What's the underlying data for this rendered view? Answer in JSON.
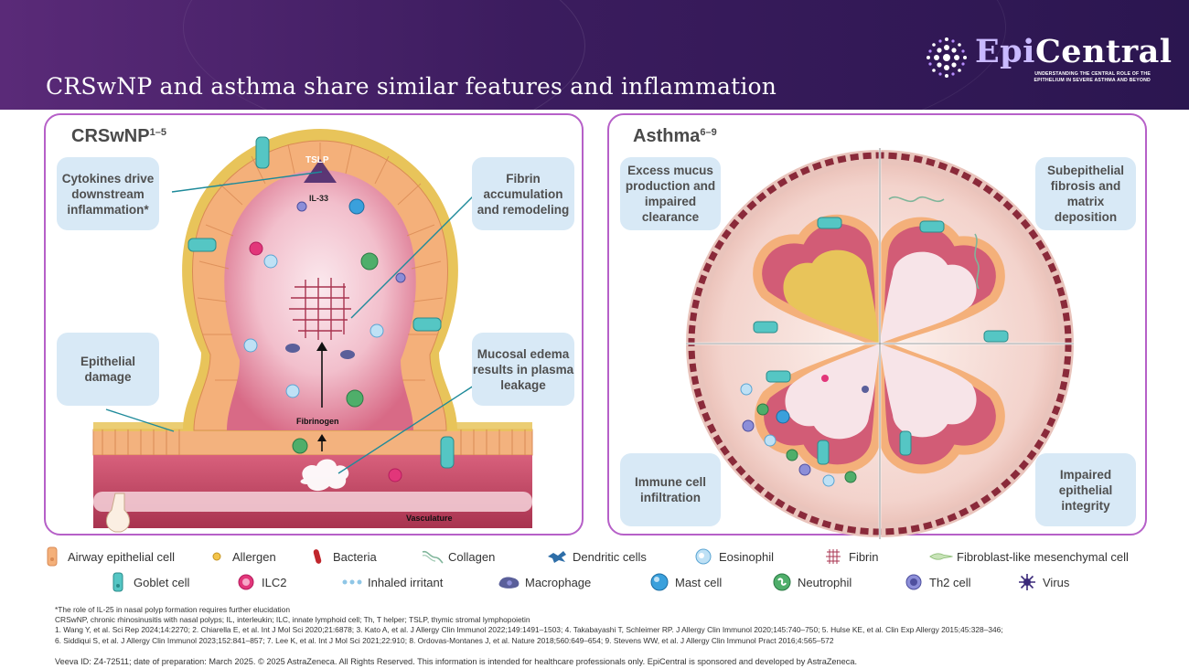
{
  "header": {
    "title": "CRSwNP and asthma share similar features and inflammation",
    "logo": {
      "word_a": "Epi",
      "word_b": "Central",
      "tagline_1": "UNDERSTANDING THE CENTRAL ROLE OF THE",
      "tagline_2": "EPITHELIUM IN SEVERE ASTHMA AND BEYOND"
    }
  },
  "colors": {
    "header_purple": "#3b1c5e",
    "panel_border": "#b660c8",
    "callout_bg": "#d8e9f6",
    "epithelium": "#f4b07a",
    "tissue_pink": "#d25c76",
    "mucus_yellow": "#e8c45a",
    "connector": "#1e8a9a"
  },
  "left_panel": {
    "title": "CRSwNP",
    "title_refs": "1–5",
    "callouts": [
      "Cytokines drive downstream inflammation*",
      "Fibrin accumulation and remodeling",
      "Epithelial damage",
      "Mucosal edema results in plasma leakage"
    ],
    "labels": {
      "tslp": "TSLP",
      "il33": "IL-33",
      "fibrinogen": "Fibrinogen",
      "vasculature": "Vasculature"
    }
  },
  "right_panel": {
    "title": "Asthma",
    "title_refs": "6–9",
    "callouts": [
      "Excess mucus production and impaired clearance",
      "Subepithelial fibrosis and matrix deposition",
      "Immune cell infiltration",
      "Impaired epithelial integrity"
    ]
  },
  "legend": {
    "row1": [
      {
        "label": "Airway epithelial cell",
        "icon": "epithelial-cell-icon"
      },
      {
        "label": "Allergen",
        "icon": "allergen-icon"
      },
      {
        "label": "Bacteria",
        "icon": "bacteria-icon"
      },
      {
        "label": "Collagen",
        "icon": "collagen-icon"
      },
      {
        "label": "Dendritic cells",
        "icon": "dendritic-cell-icon"
      },
      {
        "label": "Eosinophil",
        "icon": "eosinophil-icon"
      },
      {
        "label": "Fibrin",
        "icon": "fibrin-icon"
      },
      {
        "label": "Fibroblast-like mesenchymal cell",
        "icon": "fibroblast-icon"
      }
    ],
    "row2": [
      {
        "label": "Goblet cell",
        "icon": "goblet-cell-icon"
      },
      {
        "label": "ILC2",
        "icon": "ilc2-icon"
      },
      {
        "label": "Inhaled irritant",
        "icon": "irritant-icon"
      },
      {
        "label": "Macrophage",
        "icon": "macrophage-icon"
      },
      {
        "label": "Mast cell",
        "icon": "mast-cell-icon"
      },
      {
        "label": "Neutrophil",
        "icon": "neutrophil-icon"
      },
      {
        "label": "Th2 cell",
        "icon": "th2-cell-icon"
      },
      {
        "label": "Virus",
        "icon": "virus-icon"
      }
    ]
  },
  "footer": {
    "note": "*The role of IL-25 in nasal polyp formation requires further elucidation",
    "abbreviations": "CRSwNP, chronic rhinosinusitis with nasal polyps; IL, interleukin; ILC, innate lymphoid cell; Th, T helper; TSLP, thymic stromal lymphopoietin",
    "refs_1": "1. Wang Y, et al. Sci Rep 2024;14:2270; 2. Chiarella E, et al. Int J Mol Sci 2020;21:6878; 3. Kato A, et al. J Allergy Clin Immunol 2022;149:1491–1503; 4. Takabayashi T, Schleimer RP. J Allergy Clin Immunol 2020;145:740–750; 5. Hulse KE, et al. Clin Exp Allergy 2015;45:328–346;",
    "refs_2": "6. Siddiqui S, et al.  J Allergy Clin Immunol 2023;152:841–857; 7. Lee K, et al. Int J Mol Sci 2021;22:910; 8. Ordovas-Montanes J, et al. Nature 2018;560:649–654; 9. Stevens WW, et al. J Allergy Clin Immunol Pract 2016;4:565–572",
    "veeva": "Veeva ID: Z4-72511; date of preparation: March 2025. © 2025 AstraZeneca. All Rights Reserved. This information is intended for healthcare professionals only. EpiCentral is sponsored and developed by AstraZeneca."
  }
}
